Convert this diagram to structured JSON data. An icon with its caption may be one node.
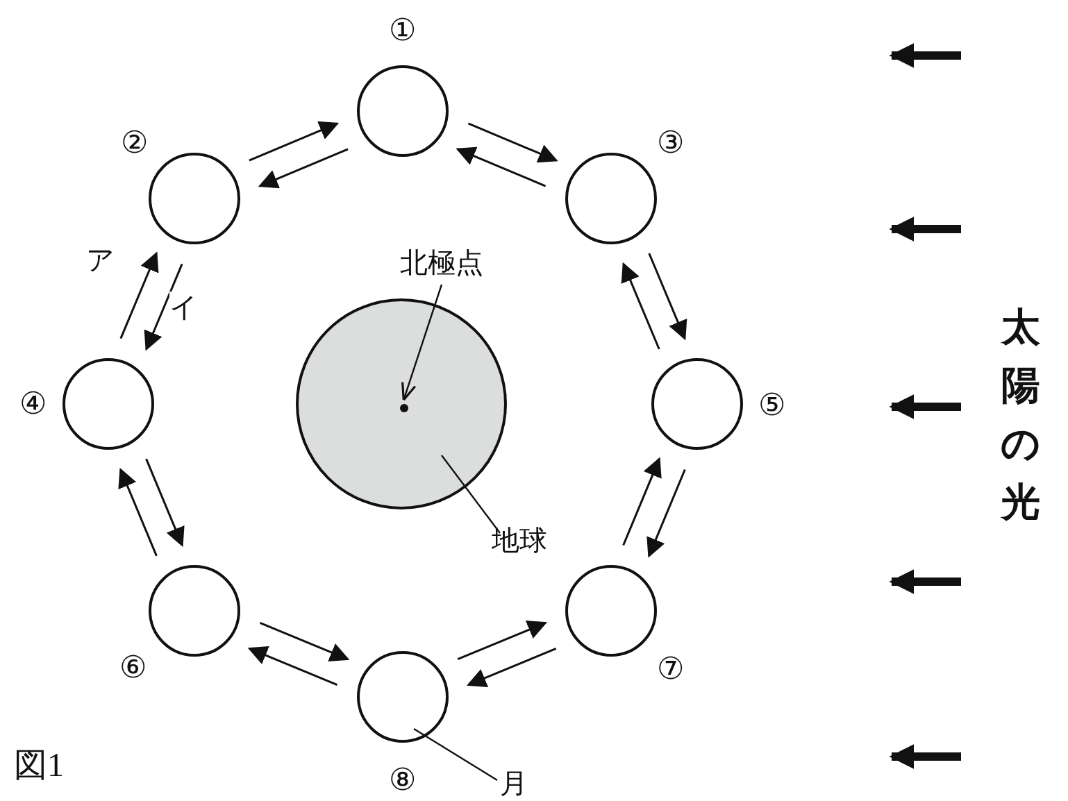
{
  "diagram": {
    "nodes": [
      {
        "text": [
          "①"
        ]
      },
      {
        "text": [
          "②"
        ]
      },
      {
        "text": [
          "③"
        ]
      },
      {
        "text": [
          "④"
        ]
      },
      {
        "text": [
          "⑤"
        ]
      },
      {
        "text": [
          "⑥"
        ]
      },
      {
        "text": [
          "⑦"
        ]
      },
      {
        "text": [
          "⑧"
        ]
      },
      {
        "text": [],
        "shape": "circle"
      },
      {
        "text": [],
        "shape": "circle",
        "in": 8
      },
      {
        "text": [
          "北極点"
        ]
      },
      {
        "text": [
          "地球"
        ]
      },
      {
        "text": [
          "月"
        ]
      }
    ],
    "edges": [
      {
        "from": 1,
        "to": 0,
        "arrow": "to"
      },
      {
        "from": 0,
        "to": 1,
        "arrow": "to"
      },
      {
        "from": 0,
        "to": 2,
        "arrow": "to"
      },
      {
        "from": 2,
        "to": 0,
        "arrow": "to"
      },
      {
        "from": 3,
        "to": 1,
        "arrow": "to",
        "label": "ア"
      },
      {
        "from": 1,
        "to": 3,
        "arrow": "to",
        "label": "イ"
      },
      {
        "from": 2,
        "to": 4,
        "arrow": "to"
      },
      {
        "from": 4,
        "to": 2,
        "arrow": "to"
      },
      {
        "from": 3,
        "to": 5,
        "arrow": "to"
      },
      {
        "from": 5,
        "to": 3,
        "arrow": "to"
      },
      {
        "from": 4,
        "to": 6,
        "arrow": "to"
      },
      {
        "from": 6,
        "to": 4,
        "arrow": "to"
      },
      {
        "from": 5,
        "to": 7,
        "arrow": "to"
      },
      {
        "from": 7,
        "to": 5,
        "arrow": "to"
      },
      {
        "from": 6,
        "to": 7,
        "arrow": "to"
      },
      {
        "from": 7,
        "to": 6,
        "arrow": "to"
      },
      {
        "from": 10,
        "to": 9,
        "arrow": "to"
      },
      {
        "from": 11,
        "to": 8,
        "arrow": "none"
      },
      {
        "from": 12,
        "to": 7,
        "arrow": "none"
      }
    ],
    "labels": [
      "太陽の光",
      "図1"
    ]
  }
}
